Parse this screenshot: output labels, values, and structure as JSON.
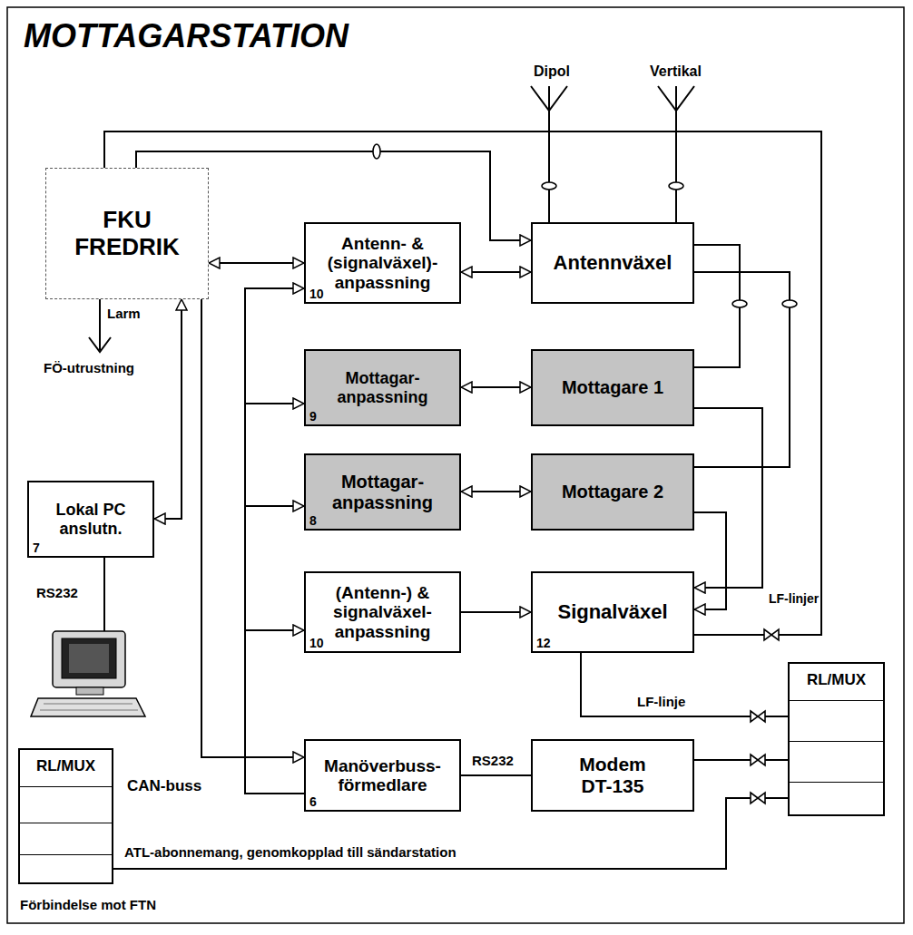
{
  "diagram": {
    "title": "MOTTAGARSTATION",
    "nodes": [
      {
        "text": [
          "FKU FREDRIK"
        ]
      },
      {
        "text": [
          "Antenn- & (signalväxel)- anpassning",
          "10"
        ]
      },
      {
        "text": [
          "Antennväxel"
        ]
      },
      {
        "text": [
          "Mottagar- anpassning",
          "9"
        ]
      },
      {
        "text": [
          "Mottagare 1"
        ]
      },
      {
        "text": [
          "Lokal PC anslutn.",
          "7"
        ]
      },
      {
        "text": [
          "Mottagar- anpassning",
          "8"
        ]
      },
      {
        "text": [
          "Mottagare 2"
        ]
      },
      {
        "text": [
          "(Antenn-) & signalväxel- anpassning",
          "10"
        ]
      },
      {
        "text": [
          "Signalväxel",
          "12"
        ]
      },
      {
        "text": [
          "RL/MUX"
        ]
      },
      {
        "text": [
          "Manöverbuss- förmedlare",
          "6"
        ]
      },
      {
        "text": [
          "Modem DT-135"
        ]
      },
      {
        "text": [
          "RL/MUX"
        ]
      }
    ],
    "edges": [
      {
        "from": 0,
        "to": 1,
        "arrow": "both"
      },
      {
        "from": 1,
        "to": 2,
        "arrow": "both"
      },
      {
        "from": 3,
        "to": 4,
        "arrow": "both"
      },
      {
        "from": 6,
        "to": 7,
        "arrow": "both"
      },
      {
        "from": 8,
        "to": 9,
        "arrow": "to"
      },
      {
        "from": 0,
        "to": 2,
        "arrow": "to"
      },
      {
        "from": 2,
        "to": 4,
        "arrow": "none"
      },
      {
        "from": 2,
        "to": 7,
        "arrow": "none"
      },
      {
        "from": 4,
        "to": 9,
        "arrow": "to"
      },
      {
        "from": 7,
        "to": 9,
        "arrow": "to"
      },
      {
        "from": 9,
        "to": 0,
        "arrow": "none"
      },
      {
        "from": 9,
        "to": 13,
        "label": "LF-linje",
        "arrow": "none"
      },
      {
        "from": 11,
        "to": 12,
        "label": "RS232",
        "arrow": "none"
      },
      {
        "from": 12,
        "to": 13,
        "arrow": "none"
      },
      {
        "from": 10,
        "to": 13,
        "label": "ATL-abonnemang, genomkopplad till sändarstation",
        "arrow": "none"
      },
      {
        "from": 0,
        "to": 11,
        "arrow": "to"
      },
      {
        "from": 5,
        "to": 0,
        "arrow": "both"
      },
      {
        "from": 11,
        "to": 1,
        "arrow": "to"
      },
      {
        "from": 11,
        "to": 3,
        "arrow": "to"
      },
      {
        "from": 11,
        "to": 6,
        "arrow": "to"
      },
      {
        "from": 11,
        "to": 8,
        "arrow": "to"
      }
    ],
    "labels": [
      "Dipol",
      "Vertikal",
      "Larm",
      "FÖ-utrustning",
      "RS232",
      "LF-linjer",
      "CAN-buss",
      "Förbindelse mot FTN"
    ]
  }
}
